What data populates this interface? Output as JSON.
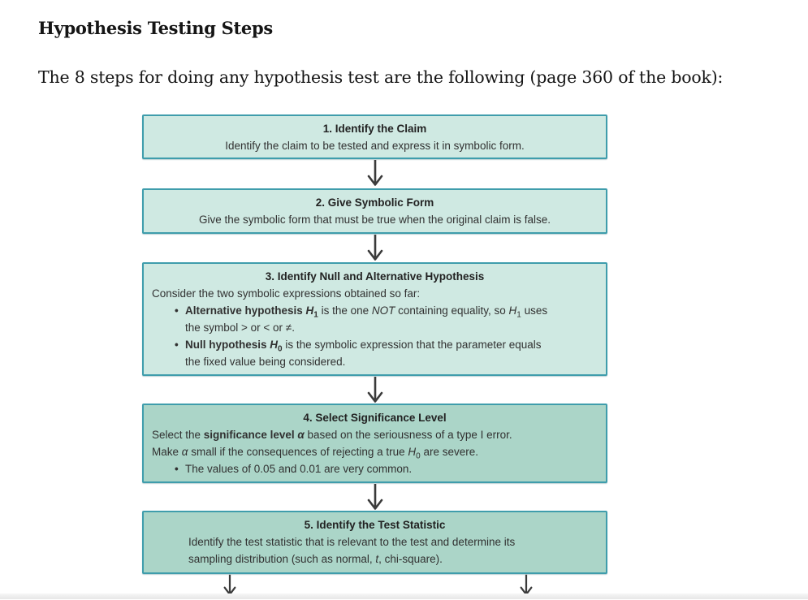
{
  "page": {
    "title": "Hypothesis Testing Steps",
    "intro": "The 8 steps for doing any hypothesis test are the following (page 360 of the book):"
  },
  "colors": {
    "box_border": "#3f9dac",
    "box_light_fill": "#cfe9e2",
    "box_dark_fill": "#abd5c8",
    "arrow": "#3a3a3a",
    "title_text": "#151515",
    "box_text": "#313131"
  },
  "flowchart": {
    "steps": [
      {
        "title": "1. Identify the Claim",
        "lines": [
          {
            "html": "Identify the claim to be tested and express it in symbolic form."
          }
        ]
      },
      {
        "title": "2. Give Symbolic Form",
        "lines": [
          {
            "html": "Give the symbolic form that must be true when the original claim is false."
          }
        ]
      },
      {
        "title": "3. Identify Null and Alternative Hypothesis",
        "lines": [
          {
            "html": "Consider the two symbolic expressions obtained so far:"
          },
          {
            "html": "<b>Alternative hypothesis <i>H</i><sub>1</sub></b> is the one <i>NOT</i> containing equality, so <i>H</i><sub>1</sub> uses<br>the symbol &gt; or &lt; or ≠."
          },
          {
            "html": "<b>Null hypothesis <i>H</i><sub>0</sub></b> is the symbolic expression that the parameter equals<br>the fixed value being considered."
          }
        ]
      },
      {
        "title": "4. Select Significance Level",
        "lines": [
          {
            "html": "Select the <b>significance level <i>α</i></b> based on the seriousness of a type I error."
          },
          {
            "html": "Make <i>α</i> small if the consequences of rejecting a true <i>H</i><sub>0</sub> are severe."
          },
          {
            "html": "The values of 0.05 and 0.01 are very common."
          }
        ]
      },
      {
        "title": "5. Identify the Test Statistic",
        "lines": [
          {
            "html": "Identify the test statistic that is relevant to the test and determine its<br>sampling distribution (such as normal, <i>t</i>, chi-square)."
          }
        ]
      }
    ]
  }
}
